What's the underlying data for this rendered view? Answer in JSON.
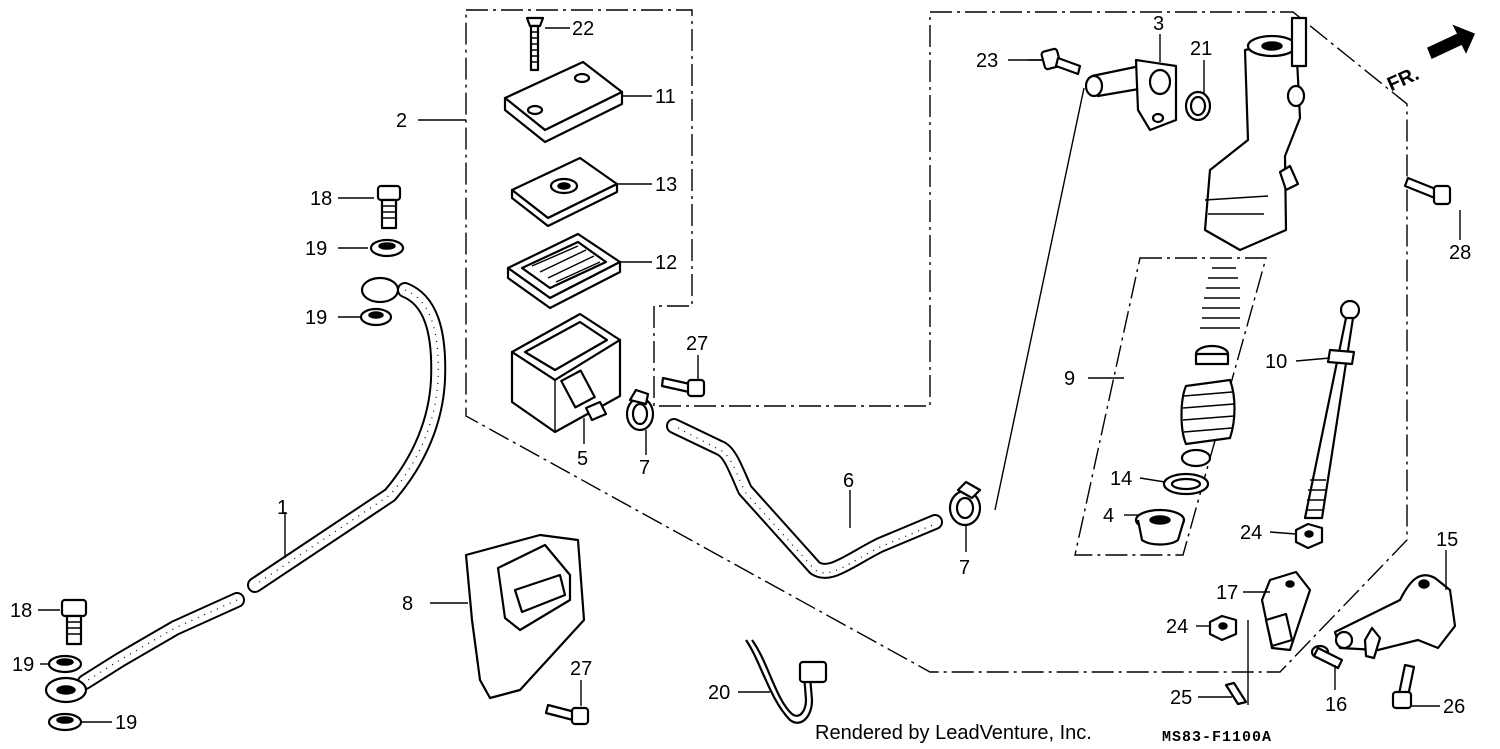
{
  "callouts": [
    "22",
    "2",
    "11",
    "13",
    "12",
    "5",
    "7",
    "18",
    "19",
    "19",
    "1",
    "18",
    "19",
    "19",
    "27",
    "6",
    "7",
    "8",
    "27",
    "20",
    "23",
    "3",
    "21",
    "9",
    "14",
    "4",
    "10",
    "24",
    "17",
    "24",
    "25",
    "16",
    "15",
    "28",
    "26"
  ],
  "direction_label": "FR.",
  "footer": {
    "credit": "Rendered by LeadVenture, Inc.",
    "code": "MS83-F1100A"
  },
  "colors": {
    "ink": "#000000",
    "paper": "#ffffff"
  }
}
